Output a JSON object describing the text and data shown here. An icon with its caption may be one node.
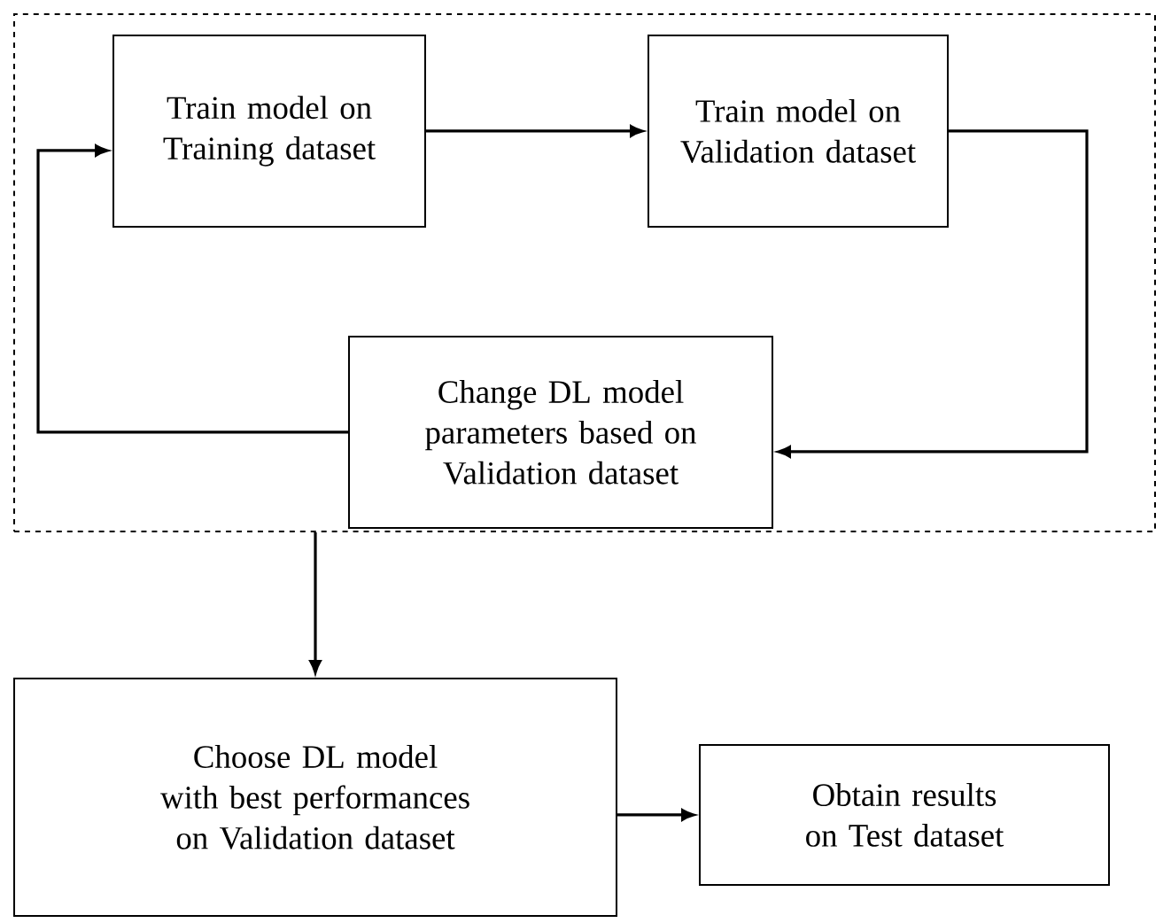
{
  "diagram": {
    "nodes": [
      {
        "text": [],
        "shape": "box"
      },
      {
        "text": [
          "Train model on Training dataset"
        ],
        "in": 0
      },
      {
        "text": [
          "Train model on Validation dataset"
        ],
        "in": 0
      },
      {
        "text": [
          "Change DL model parameters based on Validation dataset"
        ],
        "in": 0
      },
      {
        "text": [
          "Choose DL model with best performances on Validation dataset"
        ]
      },
      {
        "text": [
          "Obtain results on Test dataset"
        ]
      }
    ],
    "edges": [
      {
        "from": 1,
        "to": 2,
        "arrow": "to"
      },
      {
        "from": 2,
        "to": 3,
        "arrow": "to"
      },
      {
        "from": 3,
        "to": 1,
        "arrow": "to"
      },
      {
        "from": 0,
        "to": 4,
        "arrow": "to"
      },
      {
        "from": 4,
        "to": 5,
        "arrow": "to"
      }
    ]
  }
}
